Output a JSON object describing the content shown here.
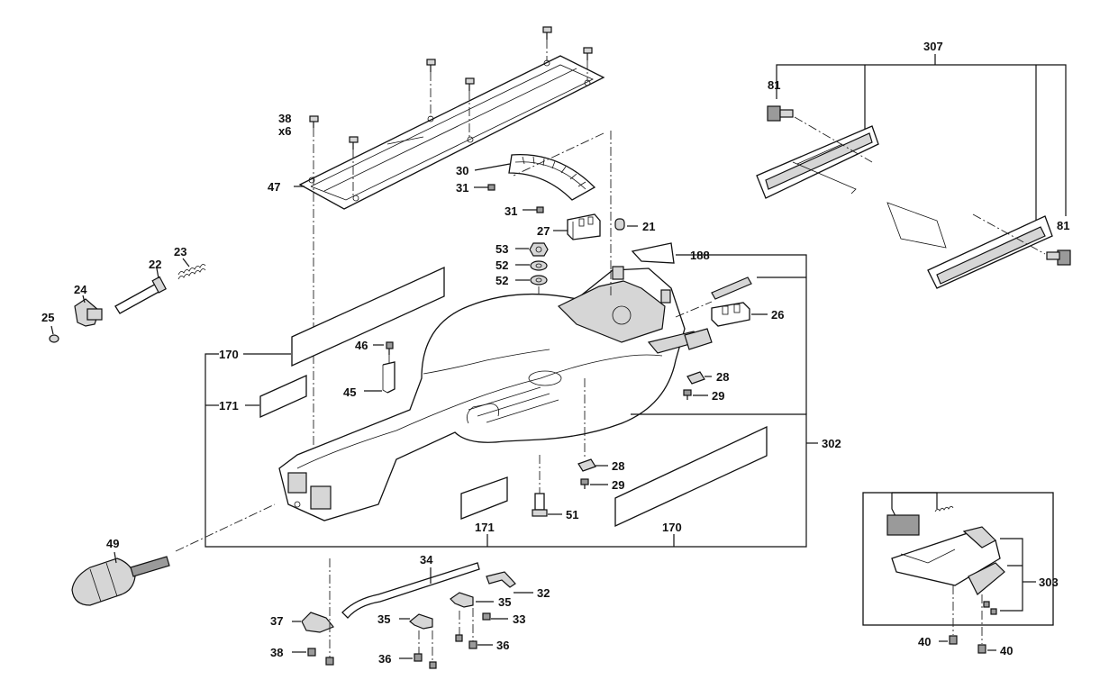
{
  "labels": {
    "p307": "307",
    "p81a": "81",
    "p81b": "81",
    "p38x6": "38",
    "x6": "x6",
    "p47": "47",
    "p30": "30",
    "p31a": "31",
    "p31b": "31",
    "p27": "27",
    "p21": "21",
    "p188": "188",
    "p53": "53",
    "p52a": "52",
    "p52b": "52",
    "p23": "23",
    "p22": "22",
    "p24": "24",
    "p25": "25",
    "p26": "26",
    "p170a": "170",
    "p46": "46",
    "p45": "45",
    "p171a": "171",
    "p28a": "28",
    "p29a": "29",
    "p302": "302",
    "p28b": "28",
    "p29b": "29",
    "p51": "51",
    "p171b": "171",
    "p170b": "170",
    "p49": "49",
    "p34": "34",
    "p32": "32",
    "p35a": "35",
    "p33": "33",
    "p37": "37",
    "p35b": "35",
    "p36a": "36",
    "p38": "38",
    "p36b": "36",
    "p303": "303",
    "p40a": "40",
    "p40b": "40"
  }
}
